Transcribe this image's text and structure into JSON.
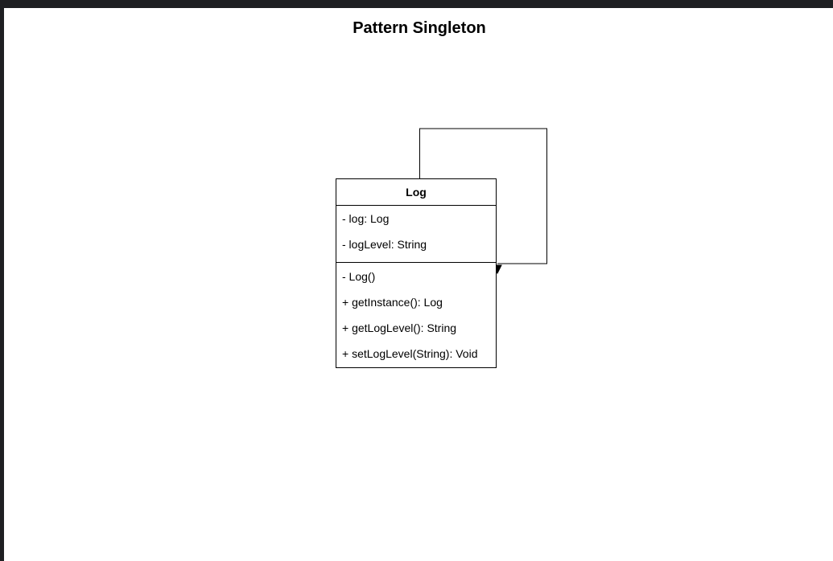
{
  "diagram": {
    "title": "Pattern Singleton",
    "class": {
      "name": "Log",
      "attributes": [
        "- log: Log",
        "- logLevel: String"
      ],
      "operations": [
        "- Log()",
        "+ getInstance(): Log",
        "+ getLogLevel(): String",
        "+ setLogLevel(String): Void"
      ]
    },
    "relation": {
      "type": "self-association",
      "arrowhead": "filled-triangle"
    }
  }
}
